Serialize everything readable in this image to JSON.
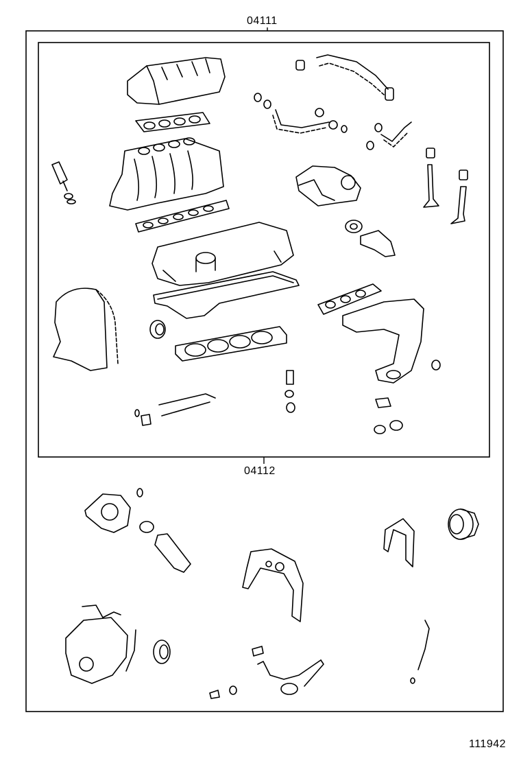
{
  "kit_outer": {
    "part_number": "04111"
  },
  "kit_inner": {
    "part_number": "04112"
  },
  "illustration_id": "111942"
}
